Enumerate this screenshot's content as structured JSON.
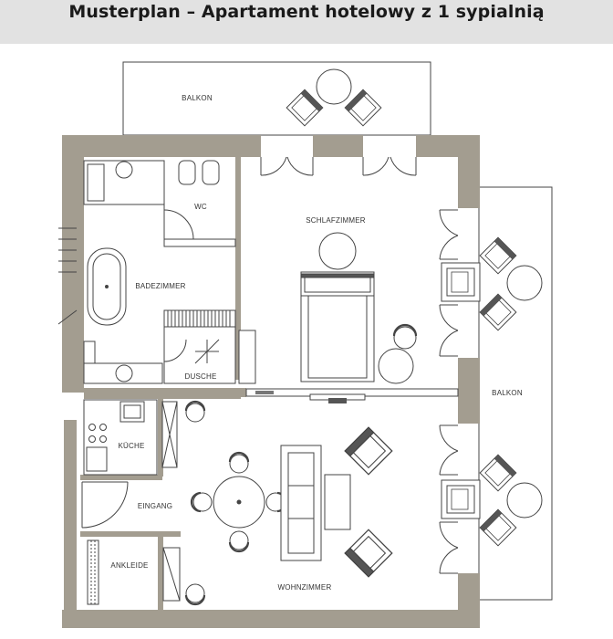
{
  "title": "Musterplan – Apartament hotelowy z 1 sypialnią",
  "rooms": {
    "balkon_top": "BALKON",
    "balkon_right": "BALKON",
    "wc": "WC",
    "schlafzimmer": "SCHLAFZIMMER",
    "badezimmer": "BADEZIMMER",
    "dusche": "DUSCHE",
    "kueche": "KÜCHE",
    "eingang": "EINGANG",
    "ankleide": "ANKLEIDE",
    "wohnzimmer": "WOHNZIMMER"
  },
  "colors": {
    "wall": "#a39d90",
    "line": "#444444",
    "title_bar": "#e2e2e2"
  }
}
